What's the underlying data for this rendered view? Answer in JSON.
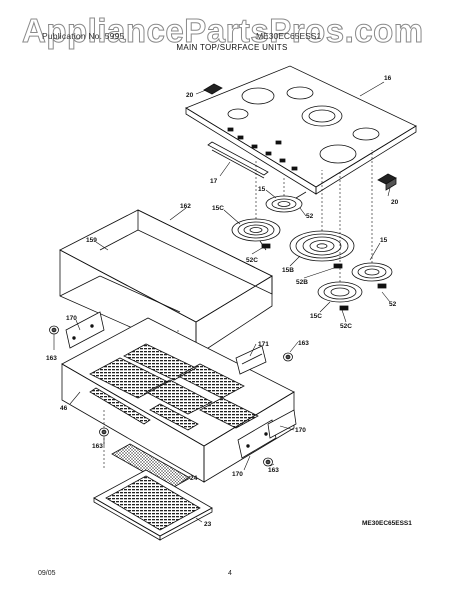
{
  "watermark": "AppliancePartsPros.com",
  "header": {
    "left": "Publication No. 5995",
    "right": "ME30EC65ESS1"
  },
  "section_title": "MAIN TOP/SURFACE UNITS",
  "callouts": {
    "c16": "16",
    "c20a": "20",
    "c20b": "20",
    "c17": "17",
    "c15a": "15",
    "c15b": "15",
    "c162": "162",
    "c15Ca": "15C",
    "c52a": "52",
    "c159": "159",
    "c52Ca": "52C",
    "c15B": "15B",
    "c52B": "52B",
    "c15Cb": "15C",
    "c52b": "52",
    "c52Cb": "52C",
    "c170a": "170",
    "c163a": "163",
    "c171": "171",
    "c163b": "163",
    "c46": "46",
    "c170b": "170",
    "c163c": "163",
    "c170c": "170",
    "c163d": "163",
    "c24": "24",
    "c23": "23"
  },
  "model_code": "ME30EC65ESS1",
  "footer": {
    "date": "09/05",
    "page": "4"
  }
}
